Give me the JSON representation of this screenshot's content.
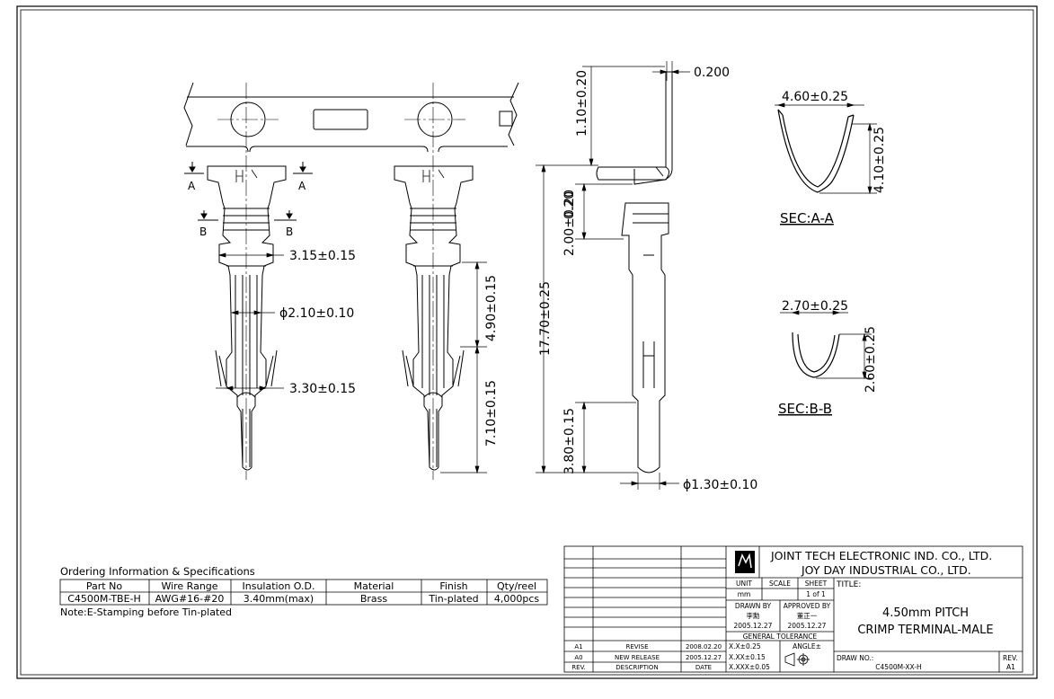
{
  "dimensions": {
    "thickness": "0.200",
    "top_tab": "1.10±0.20",
    "sec_a_width": "4.60±0.25",
    "sec_a_height": "4.10±0.25",
    "overall_length": "17.70±0.25",
    "side_020": "0.20",
    "side_200": "2.00±0.20",
    "width_315": "3.15±0.15",
    "dia_210": "ϕ2.10±0.10",
    "width_330": "3.30±0.15",
    "len_490": "4.90±0.15",
    "len_710": "7.10±0.15",
    "sec_b_width": "2.70±0.25",
    "sec_b_height": "2.60±0.25",
    "pin_len": "3.80±0.15",
    "pin_dia": "ϕ1.30±0.10"
  },
  "labels": {
    "a_left": "A",
    "a_right": "A",
    "b_left": "B",
    "b_right": "B",
    "sec_a": "SEC:A-A",
    "sec_b": "SEC:B-B"
  },
  "ordering": {
    "heading": "Ordering Information & Specifications",
    "columns": [
      "Part No",
      "Wire Range",
      "Insulation O.D.",
      "Material",
      "Finish",
      "Qty/reel"
    ],
    "row": [
      "C4500M-TBE-H",
      "AWG#16-#20",
      "3.40mm(max)",
      "Brass",
      "Tin-plated",
      "4,000pcs"
    ],
    "note": "Note:E-Stamping before Tin-plated"
  },
  "title_block": {
    "company_1": "JOINT TECH ELECTRONIC IND. CO., LTD.",
    "company_2": "JOY DAY INDUSTRIAL CO., LTD.",
    "unit_label": "UNIT",
    "unit_value": "mm",
    "scale_label": "SCALE",
    "sheet_label": "SHEET",
    "sheet_value": "1 of 1",
    "drawn_by_label": "DRAWN BY",
    "drawn_by": "李勳",
    "drawn_date": "2005.12.27",
    "approved_by_label": "APPROVED BY",
    "approved_by": "董正一",
    "approved_date": "2005.12.27",
    "general_tolerance": "GENERAL TOLERANCE",
    "tol_1": "X.X±0.25",
    "tol_2": "X.XX±0.15",
    "tol_3": "X.XXX±0.05",
    "angle": "ANGLE±",
    "title_label": "TITLE:",
    "title_line_1": "4.50mm PITCH",
    "title_line_2": "CRIMP TERMINAL-MALE",
    "drawing_no_label": "DRAW NO.:",
    "drawing_no": "C4500M-XX-H",
    "rev_label": "REV.",
    "rev_value": "A1",
    "revisions": [
      {
        "rev": "A1",
        "desc": "REVISE",
        "date": "2008.02.20"
      },
      {
        "rev": "A0",
        "desc": "NEW RELEASE",
        "date": "2005.12.27"
      }
    ],
    "rev_header": {
      "rev": "REV.",
      "desc": "DESCRIPTION",
      "date": "DATE"
    }
  }
}
